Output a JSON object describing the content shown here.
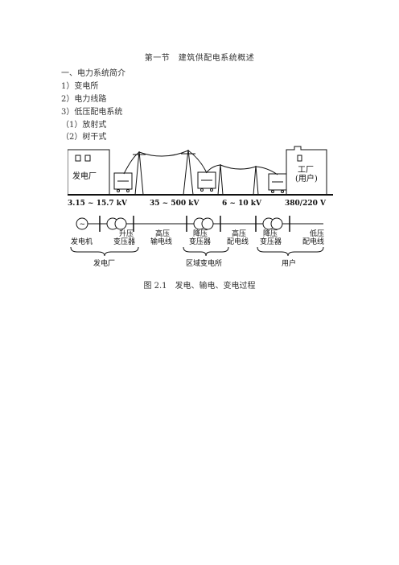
{
  "document": {
    "title": "第一节　建筑供配电系统概述",
    "lines": [
      "一、电力系统简介",
      "1）变电所",
      "2）电力线路",
      "3）低压配电系统",
      "（1）放射式",
      "（2）树干式"
    ],
    "figure": {
      "top_labels": {
        "power_plant": "发电厂",
        "factory": "工厂",
        "user_paren": "(用户)"
      },
      "voltages": [
        "3.15 ~ 15.7 kV",
        "35 ~ 500 kV",
        "6 ~ 10 kV",
        "380/220 V"
      ],
      "components": {
        "generator": "发电机",
        "step_up_1": "升压",
        "step_up_2": "变压器",
        "hv_line_1": "高压",
        "hv_line_2": "输电线",
        "step_down_1": "降压",
        "step_down_2": "变压器",
        "hv_dist_1": "高压",
        "hv_dist_2": "配电线",
        "step_down_b_1": "降压",
        "step_down_b_2": "变压器",
        "lv_dist_1": "低压",
        "lv_dist_2": "配电线"
      },
      "groups": {
        "power_plant": "发电厂",
        "substation": "区域变电所",
        "user": "用户"
      },
      "generator_symbol": "~"
    },
    "caption": "图 2.1　发电、输电、变电过程"
  }
}
